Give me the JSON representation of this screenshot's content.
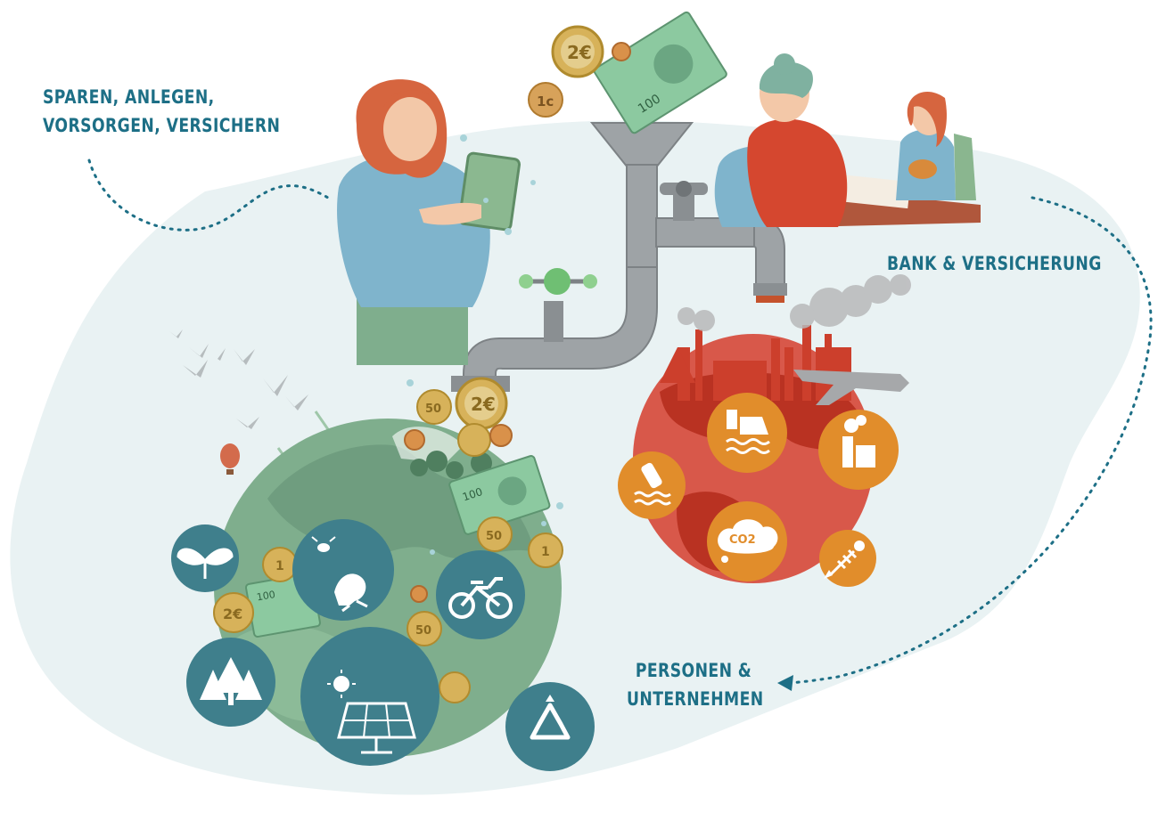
{
  "labels": {
    "savings_line1": "SPAREN, ANLEGEN,",
    "savings_line2": "VORSORGEN, VERSICHERN",
    "bank": "BANK & VERSICHERUNG",
    "persons_line1": "PERSONEN &",
    "persons_line2": "UNTERNEHMEN"
  },
  "coins": {
    "two_euro": "2€",
    "one_cent": "1c",
    "fifty": "50",
    "one": "1"
  },
  "banknote": {
    "value": "100"
  },
  "bubble": {
    "co2": "CO2"
  },
  "colors": {
    "teal_dark": "#3f7f8c",
    "blob_light": "#e9f2f3",
    "green_earth": "#7fae8d",
    "red_earth": "#cc3f2c",
    "orange_icon": "#e18d2b",
    "text_blue": "#1d6f86",
    "coin_gold": "#d7b25a"
  },
  "icons": {
    "green": [
      "leaf-sprout-icon",
      "insect-frog-icon",
      "bicycle-icon",
      "forest-icon",
      "solar-panel-icon",
      "recycle-icon"
    ],
    "polluting": [
      "oil-spill-ship-icon",
      "factory-icon",
      "plastic-bottle-icon",
      "co2-cloud-icon",
      "dead-fish-icon"
    ]
  }
}
